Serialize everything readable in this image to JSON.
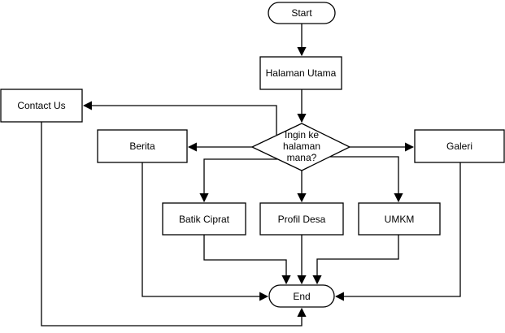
{
  "diagram": {
    "type": "flowchart",
    "background_color": "#ffffff",
    "stroke_color": "#000000",
    "text_color": "#000000",
    "nodes": {
      "start": {
        "label": "Start",
        "shape": "terminator"
      },
      "halaman_utama": {
        "label": "Halaman Utama",
        "shape": "process"
      },
      "decision": {
        "label": "Ingin ke halaman mana?",
        "lines": [
          "Ingin ke",
          "halaman",
          "mana?"
        ],
        "shape": "decision"
      },
      "contact_us": {
        "label": "Contact Us",
        "shape": "process"
      },
      "berita": {
        "label": "Berita",
        "shape": "process"
      },
      "galeri": {
        "label": "Galeri",
        "shape": "process"
      },
      "batik_ciprat": {
        "label": "Batik Ciprat",
        "shape": "process"
      },
      "profil_desa": {
        "label": "Profil Desa",
        "shape": "process"
      },
      "umkm": {
        "label": "UMKM",
        "shape": "process"
      },
      "end": {
        "label": "End",
        "shape": "terminator"
      }
    },
    "edges": [
      {
        "from": "start",
        "to": "halaman_utama"
      },
      {
        "from": "halaman_utama",
        "to": "decision"
      },
      {
        "from": "decision",
        "to": "contact_us"
      },
      {
        "from": "decision",
        "to": "berita"
      },
      {
        "from": "decision",
        "to": "galeri"
      },
      {
        "from": "decision",
        "to": "batik_ciprat"
      },
      {
        "from": "decision",
        "to": "profil_desa"
      },
      {
        "from": "decision",
        "to": "umkm"
      },
      {
        "from": "berita",
        "to": "end"
      },
      {
        "from": "contact_us",
        "to": "end"
      },
      {
        "from": "batik_ciprat",
        "to": "end"
      },
      {
        "from": "profil_desa",
        "to": "end"
      },
      {
        "from": "umkm",
        "to": "end"
      },
      {
        "from": "galeri",
        "to": "end"
      }
    ]
  }
}
